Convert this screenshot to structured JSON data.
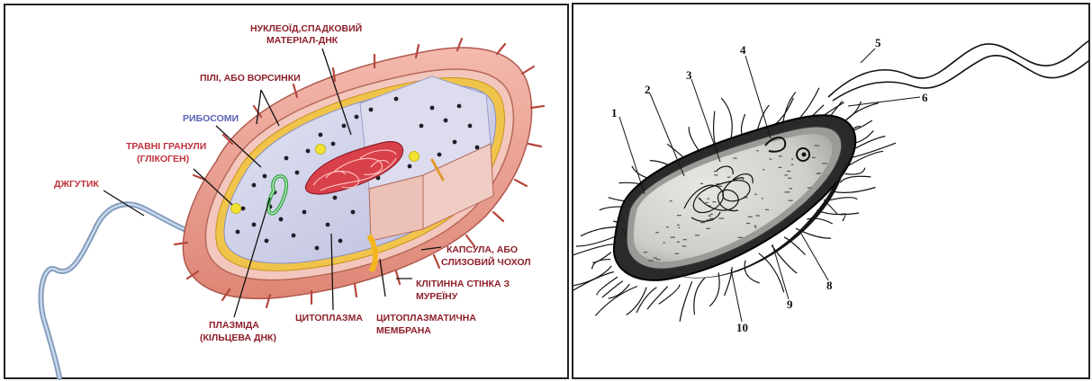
{
  "left_panel": {
    "colors": {
      "label_red": "#c0323c",
      "label_dark_red": "#8e1f2a",
      "label_blue": "#5a63b8",
      "capsule": "#e8998c",
      "cytoplasm": "#c9cbe6",
      "nucleoid": "#c9303a",
      "plasmid": "#3aa84a",
      "granule": "#f2e234",
      "flagellum": "#8fa8c8"
    },
    "labels": {
      "nucleoid": [
        "НУКЛЕОЇД,СПАДКОВИЙ",
        "МАТЕРІАЛ-ДНК"
      ],
      "pili": [
        "ПІЛІ, АБО ВОРСИНКИ"
      ],
      "ribosomes": [
        "РИБОСОМИ"
      ],
      "food_granules": [
        "ТРАВНІ ГРАНУЛИ",
        "(ГЛІКОГЕН)"
      ],
      "flagellum": [
        "ДЖГУТИК"
      ],
      "capsule": [
        "КАПСУЛА, АБО",
        "СЛИЗОВИЙ ЧОХОЛ"
      ],
      "cell_wall": [
        "КЛІТИННА СТІНКА З",
        "МУРЕЇНУ"
      ],
      "membrane": [
        "ЦИТОПЛАЗМАТИЧНА",
        "МЕМБРАНА"
      ],
      "cytoplasm": [
        "ЦИТОПЛАЗМА"
      ],
      "plasmid": [
        "ПЛАЗМІДА",
        "(КІЛЬЦЕВА ДНК)"
      ]
    }
  },
  "right_panel": {
    "numbers": [
      "1",
      "2",
      "3",
      "4",
      "5",
      "6",
      "7",
      "8",
      "9",
      "10"
    ]
  }
}
